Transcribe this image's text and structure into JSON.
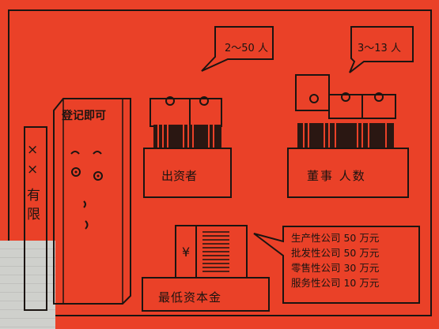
{
  "sign": {
    "char1": "×",
    "char2": "×",
    "char3": "有",
    "char4": "限"
  },
  "registration": {
    "label": "登记即可"
  },
  "investors": {
    "label": "出资者",
    "count": "2～50 人"
  },
  "directors": {
    "label": "董事 人数",
    "count": "3～13 人"
  },
  "capital": {
    "symbol": "¥",
    "label": "最低资本金",
    "items": [
      "生产性公司 50 万元",
      "批发性公司 50 万元",
      "零售性公司 30 万元",
      "服务性公司 10 万元"
    ]
  },
  "colors": {
    "background": "#ea4128",
    "ink": "#1b1411",
    "paper": "#cfd0cc"
  }
}
